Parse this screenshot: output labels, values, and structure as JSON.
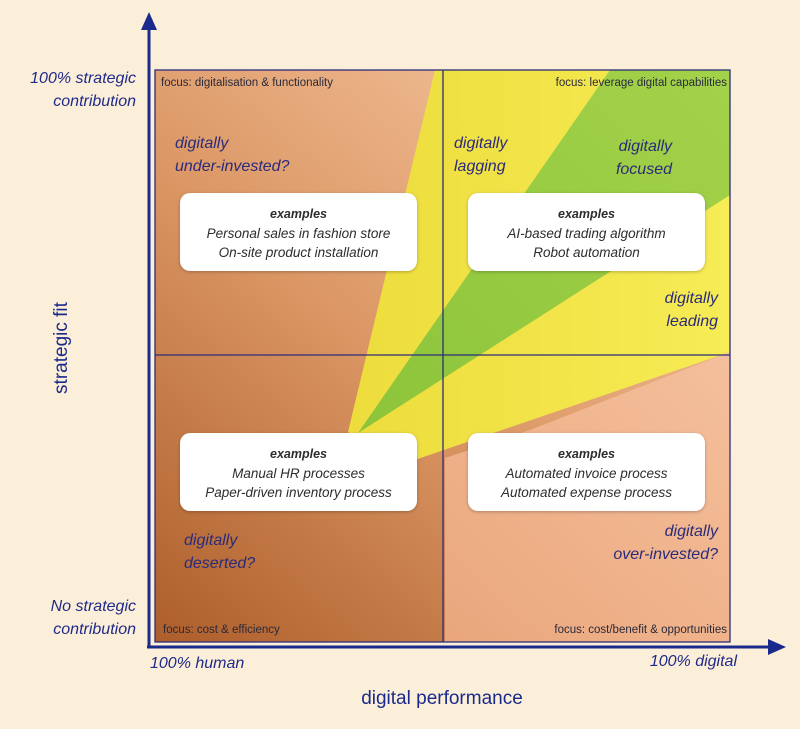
{
  "y_axis": {
    "title": "strategic fit",
    "top_label_line1": "100% strategic",
    "top_label_line2": "contribution",
    "bottom_label_line1": "No strategic",
    "bottom_label_line2": "contribution"
  },
  "x_axis": {
    "title": "digital performance",
    "left_label": "100% human",
    "right_label": "100% digital"
  },
  "focus": {
    "top_left": "focus: digitalisation & functionality",
    "top_right": "focus: leverage digital capabilities",
    "bottom_left": "focus: cost & efficiency",
    "bottom_right": "focus: cost/benefit & opportunities"
  },
  "zones": {
    "under_invested_line1": "digitally",
    "under_invested_line2": "under-invested?",
    "lagging_line1": "digitally",
    "lagging_line2": "lagging",
    "focused_line1": "digitally",
    "focused_line2": "focused",
    "leading_line1": "digitally",
    "leading_line2": "leading",
    "deserted_line1": "digitally",
    "deserted_line2": "deserted?",
    "over_invested_line1": "digitally",
    "over_invested_line2": "over-invested?"
  },
  "examples": {
    "heading": "examples",
    "top_left": [
      "Personal sales in fashion store",
      "On-site product installation"
    ],
    "top_right": [
      "AI-based trading algorithm",
      "Robot automation"
    ],
    "bottom_left": [
      "Manual HR processes",
      "Paper-driven inventory process"
    ],
    "bottom_right": [
      "Automated invoice process",
      "Automated expense process"
    ]
  },
  "colors": {
    "axis": "#1a2a8c",
    "grid": "#2c2c7c",
    "yellow": "#f1e544",
    "green": "#9acd40",
    "salmon": "#f3b88e",
    "brown": "#b96a33"
  }
}
